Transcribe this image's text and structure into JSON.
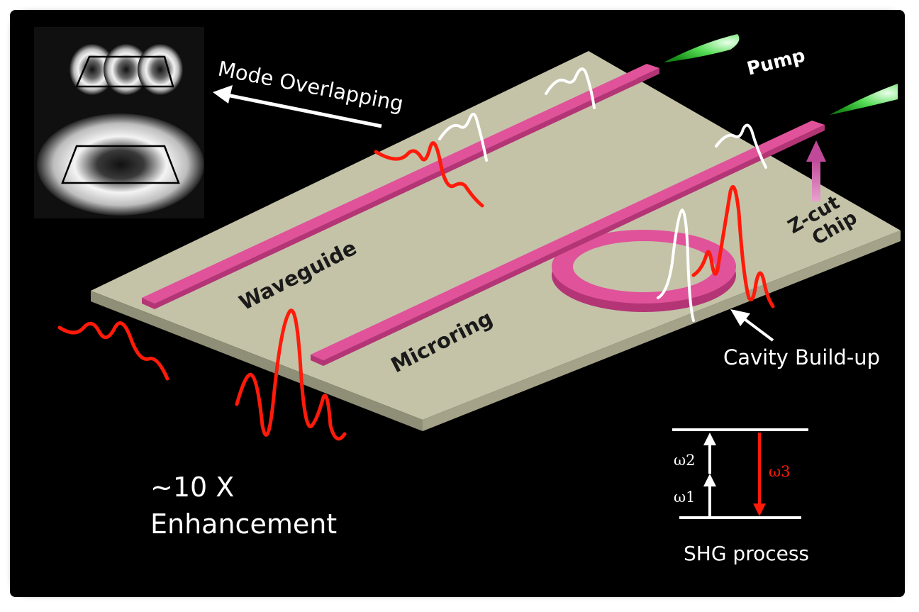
{
  "labels": {
    "mode_overlapping": "Mode Overlapping",
    "pump": "Pump",
    "waveguide": "Waveguide",
    "microring": "Microring",
    "zcut_line1": "Z-cut",
    "zcut_line2": "Chip",
    "cavity_buildup": "Cavity Build-up",
    "enhancement_line1": "~10 X",
    "enhancement_line2": "Enhancement",
    "shg_process": "SHG process"
  },
  "energy_levels": {
    "omega1": "ω1",
    "omega2": "ω2",
    "omega3": "ω3"
  },
  "colors": {
    "background": "#000000",
    "chip": "#c4c3a8",
    "chip_edge": "#8f8e76",
    "waveguide": "#e0529a",
    "waveguide_dark": "#b33576",
    "signal": "#ff1a0a",
    "pump_wave": "#ffffff",
    "laser": "#3fd13f",
    "arrow_magenta": "#c04a99"
  }
}
